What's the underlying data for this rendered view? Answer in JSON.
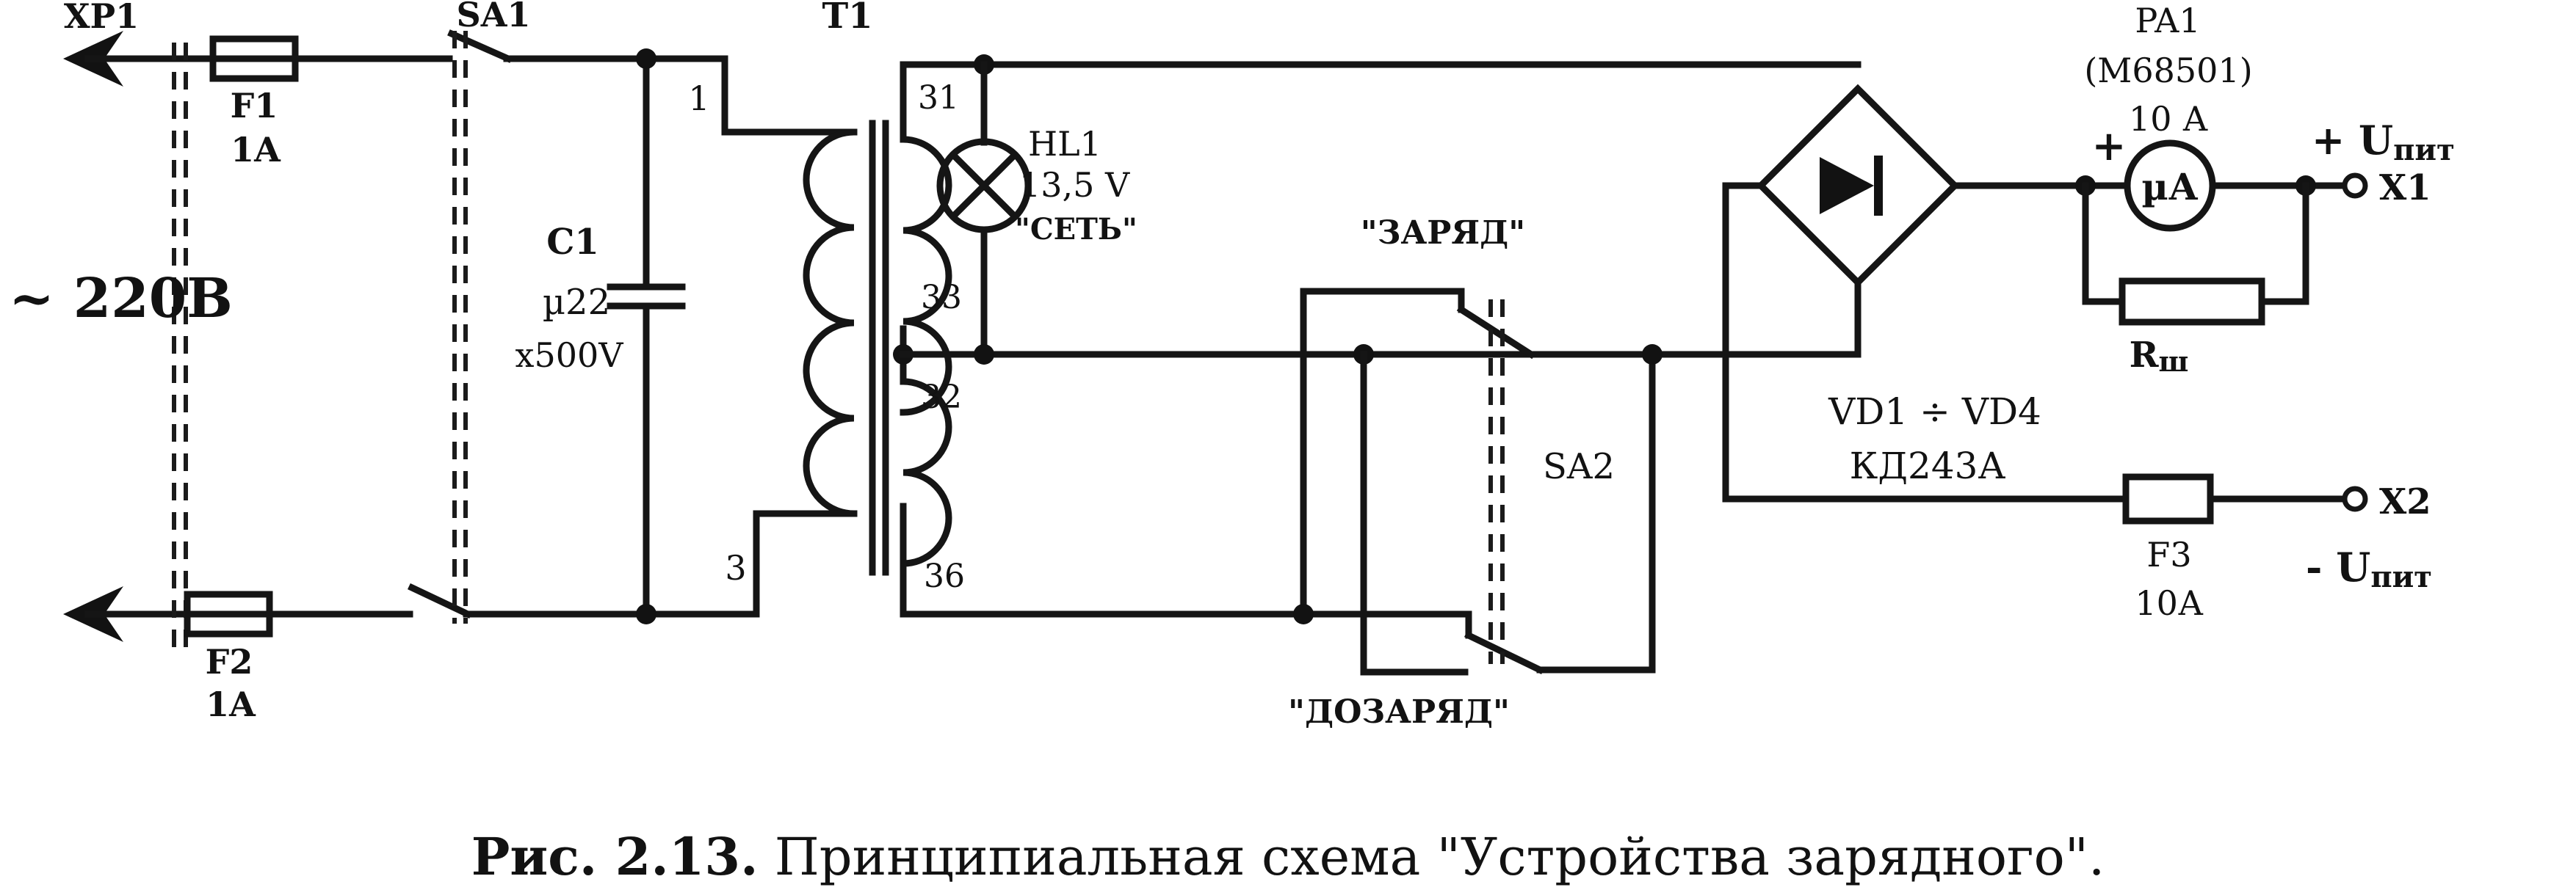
{
  "labels": {
    "xp1": "XP1",
    "sa1": "SA1",
    "t1": "Т1",
    "mains": "~ 220В",
    "f1": "F1",
    "f1_rating": "1A",
    "f2": "F2",
    "f2_rating": "1A",
    "c1": "C1",
    "c1_cap": "µ22",
    "c1_volt": "x500V",
    "pin1": "1",
    "pin3": "3",
    "tap31": "31",
    "tap33": "33",
    "tap32": "32",
    "tap36": "36",
    "hl1": "HL1",
    "hl1_volt": "13,5 V",
    "hl1_name": "\"СЕТЬ\"",
    "sa2": "SA2",
    "sa2_charge": "\"ЗАРЯД\"",
    "sa2_topcharge": "\"ДОЗАРЯД\"",
    "vd": "VD1 ÷ VD4",
    "vd_type": "КД243А",
    "pa1": "PA1",
    "pa1_model": "(М68501)",
    "pa1_rating": "10 А",
    "meter_unit": "µА",
    "meter_plus": "+",
    "rsh_main": "R",
    "rsh_sub": "ш",
    "f3": "F3",
    "f3_rating": "10А",
    "x1": "X1",
    "x2": "X2",
    "u_plus": "+ U",
    "u_minus": "- U",
    "u_sub": "пит"
  },
  "caption": {
    "fig": "Рис. 2.13.",
    "text": " Принципиальная схема \"Устройства зарядного\"."
  }
}
